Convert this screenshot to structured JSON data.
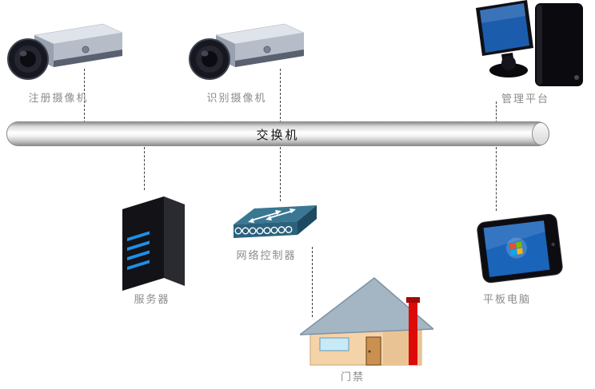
{
  "diagram": {
    "type": "network-topology",
    "background": "#ffffff",
    "nodes": [
      {
        "id": "registration-camera",
        "label": "注册摄像机",
        "icon": "box-camera-icon"
      },
      {
        "id": "recognition-camera",
        "label": "识别摄像机",
        "icon": "box-camera-icon"
      },
      {
        "id": "management-platform",
        "label": "管理平台",
        "icon": "desktop-computer-icon"
      },
      {
        "id": "switch-bus",
        "label": "交换机",
        "icon": "pipe-bus"
      },
      {
        "id": "server",
        "label": "服务器",
        "icon": "server-tower-icon"
      },
      {
        "id": "network-controller",
        "label": "网络控制器",
        "icon": "network-switch-icon"
      },
      {
        "id": "access-control",
        "label": "门禁",
        "icon": "house-icon"
      },
      {
        "id": "tablet",
        "label": "平板电脑",
        "icon": "tablet-icon"
      }
    ],
    "edges": [
      {
        "from": "registration-camera",
        "to": "switch-bus",
        "style": "dashed"
      },
      {
        "from": "recognition-camera",
        "to": "switch-bus",
        "style": "dashed"
      },
      {
        "from": "management-platform",
        "to": "switch-bus",
        "style": "dashed"
      },
      {
        "from": "switch-bus",
        "to": "server",
        "style": "dashed"
      },
      {
        "from": "switch-bus",
        "to": "network-controller",
        "style": "dashed"
      },
      {
        "from": "switch-bus",
        "to": "tablet",
        "style": "dashed"
      },
      {
        "from": "network-controller",
        "to": "access-control",
        "style": "dashed"
      }
    ],
    "colors": {
      "label_text": "#8b8b8b",
      "bus_label_text": "#141414",
      "dashed_line": "#3f3f3f",
      "camera_body": "#b6bcc8",
      "screen_blue": "#1b5cad",
      "server_led_blue": "#1e8fe8",
      "switch_teal": "#3a7792",
      "house_wall": "#f5d3a9",
      "house_roof": "#a4b6c3",
      "chimney_red": "#dd0a0a",
      "tablet_screen": "#1a64ba"
    }
  }
}
